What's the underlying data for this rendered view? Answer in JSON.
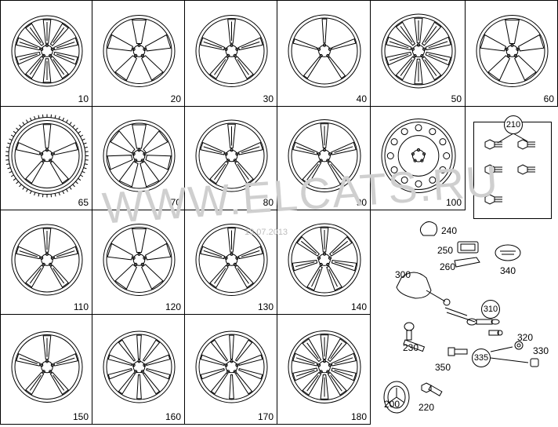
{
  "watermark": {
    "text": "WWW.ELCATS.RU",
    "date": "13.07.2013"
  },
  "wheels": [
    {
      "label": "10",
      "spokes": 10,
      "style": "split"
    },
    {
      "label": "20",
      "spokes": 5,
      "style": "wide"
    },
    {
      "label": "30",
      "spokes": 5,
      "style": "double"
    },
    {
      "label": "40",
      "spokes": 5,
      "style": "thin"
    },
    {
      "label": "50",
      "spokes": 10,
      "style": "split"
    },
    {
      "label": "60",
      "spokes": 5,
      "style": "wide"
    },
    {
      "label": "65",
      "spokes": 5,
      "style": "tire"
    },
    {
      "label": "70",
      "spokes": 7,
      "style": "wide"
    },
    {
      "label": "80",
      "spokes": 5,
      "style": "double"
    },
    {
      "label": "90",
      "spokes": 5,
      "style": "double"
    },
    {
      "label": "100",
      "spokes": 0,
      "style": "steel"
    },
    {
      "label": "110",
      "spokes": 5,
      "style": "double"
    },
    {
      "label": "120",
      "spokes": 5,
      "style": "wide"
    },
    {
      "label": "130",
      "spokes": 5,
      "style": "double"
    },
    {
      "label": "140",
      "spokes": 7,
      "style": "split"
    },
    {
      "label": "150",
      "spokes": 5,
      "style": "double"
    },
    {
      "label": "160",
      "spokes": 10,
      "style": "thin"
    },
    {
      "label": "170",
      "spokes": 10,
      "style": "thin"
    },
    {
      "label": "180",
      "spokes": 10,
      "style": "split"
    }
  ],
  "bolts_box": {
    "label": "210"
  },
  "parts": {
    "p240": "240",
    "p250": "250",
    "p260": "260",
    "p340": "340",
    "p300": "300",
    "p310": "310",
    "p320": "320",
    "p230": "230",
    "p350": "350",
    "p335": "335",
    "p330": "330",
    "p200": "200",
    "p220": "220"
  }
}
